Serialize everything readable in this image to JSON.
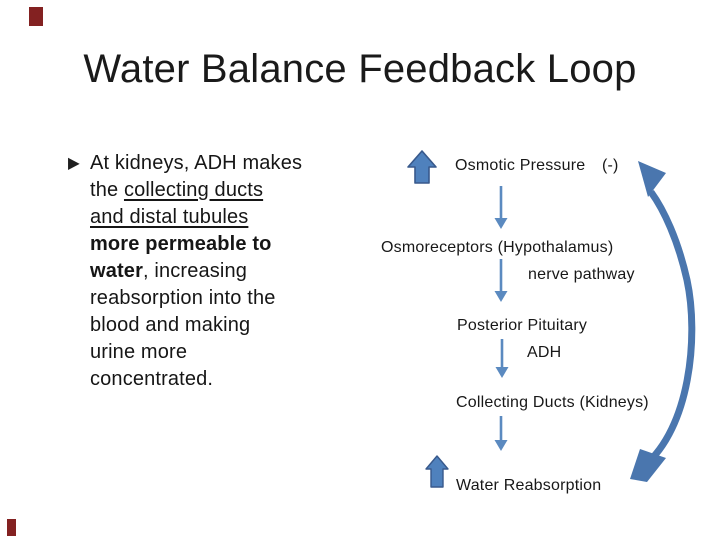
{
  "slide": {
    "title": "Water Balance Feedback Loop"
  },
  "bullet": {
    "marker": "▶",
    "l1": "At kidneys, ADH makes",
    "l2a": "the ",
    "l2b": "collecting ducts",
    "l3": "and distal tubules",
    "l4": "more permeable to",
    "l5a": "water",
    "l5b": ", increasing",
    "l6": "reabsorption into the",
    "l7": "blood and making",
    "l8": "urine more",
    "l9": "concentrated."
  },
  "diagram": {
    "osmotic_pressure": "Osmotic Pressure",
    "negative_feedback": "(-)",
    "osmoreceptors": "Osmoreceptors (Hypothalamus)",
    "nerve_pathway": "nerve pathway",
    "posterior_pituitary": "Posterior Pituitary",
    "adh": "ADH",
    "collecting_ducts": "Collecting Ducts (Kidneys)",
    "water_reabsorption": "Water Reabsorption"
  },
  "colors": {
    "arrow_fill": "#4F81BD",
    "arrow_stroke": "#38598C",
    "connector": "#5B8AC0",
    "feedback_curve": "#4A76AE",
    "accent_maroon": "#832121",
    "text": "#1A1A1A"
  }
}
